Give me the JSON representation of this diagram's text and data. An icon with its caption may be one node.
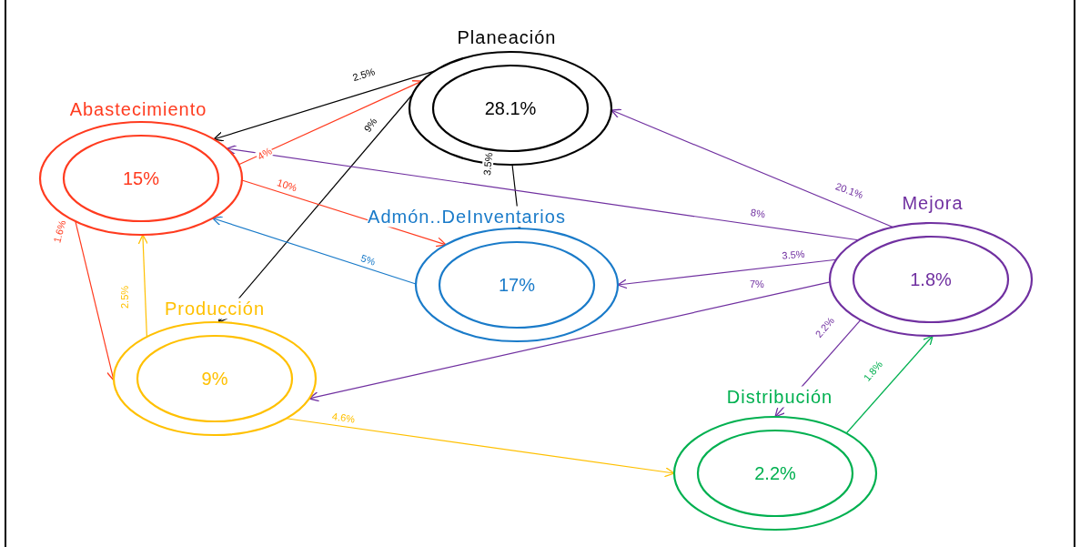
{
  "diagram": {
    "nodes": [
      {
        "text": [
          "Planeación",
          "28.1%"
        ]
      },
      {
        "text": [
          "Abastecimiento",
          "15%"
        ]
      },
      {
        "text": [
          "Admón..DeInventarios",
          "17%"
        ]
      },
      {
        "text": [
          "Mejora",
          "1.8%"
        ]
      },
      {
        "text": [
          "Producción",
          "9%"
        ]
      },
      {
        "text": [
          "Distribución",
          "2.2%"
        ]
      }
    ],
    "edges": [
      {
        "from": 0,
        "to": 1,
        "arrow": "to",
        "label": "2.5%",
        "color": "#000000"
      },
      {
        "from": 1,
        "to": 0,
        "arrow": "to",
        "label": "4%",
        "color": "#ff3b1f"
      },
      {
        "from": 0,
        "to": 4,
        "arrow": "to",
        "label": "9%",
        "color": "#000000"
      },
      {
        "from": 0,
        "to": 2,
        "arrow": "to",
        "label": "3.5%",
        "color": "#000000"
      },
      {
        "from": 1,
        "to": 2,
        "arrow": "to",
        "label": "10%",
        "color": "#ff3b1f"
      },
      {
        "from": 2,
        "to": 1,
        "arrow": "to",
        "label": "5%",
        "color": "#1a7bc9"
      },
      {
        "from": 3,
        "to": 1,
        "arrow": "to",
        "label": "8%"
      },
      {
        "from": 3,
        "to": 0,
        "arrow": "to",
        "label": "20.1%"
      },
      {
        "from": 3,
        "to": 2,
        "arrow": "to",
        "label": "3.5%"
      },
      {
        "from": 3,
        "to": 4,
        "arrow": "to",
        "label": "7%"
      },
      {
        "from": 3,
        "to": 5,
        "arrow": "to",
        "label": "2.2%"
      },
      {
        "from": 5,
        "to": 3,
        "arrow": "to",
        "label": "1.8%",
        "color": "#00b050"
      },
      {
        "from": 1,
        "to": 4,
        "arrow": "to",
        "label": "1.6%",
        "color": "#ff3b1f"
      },
      {
        "from": 4,
        "to": 1,
        "arrow": "to",
        "label": "2.5%",
        "color": "#ffc000"
      },
      {
        "from": 4,
        "to": 5,
        "arrow": "to",
        "label": "4.6%",
        "color": "#ffc000"
      }
    ]
  }
}
